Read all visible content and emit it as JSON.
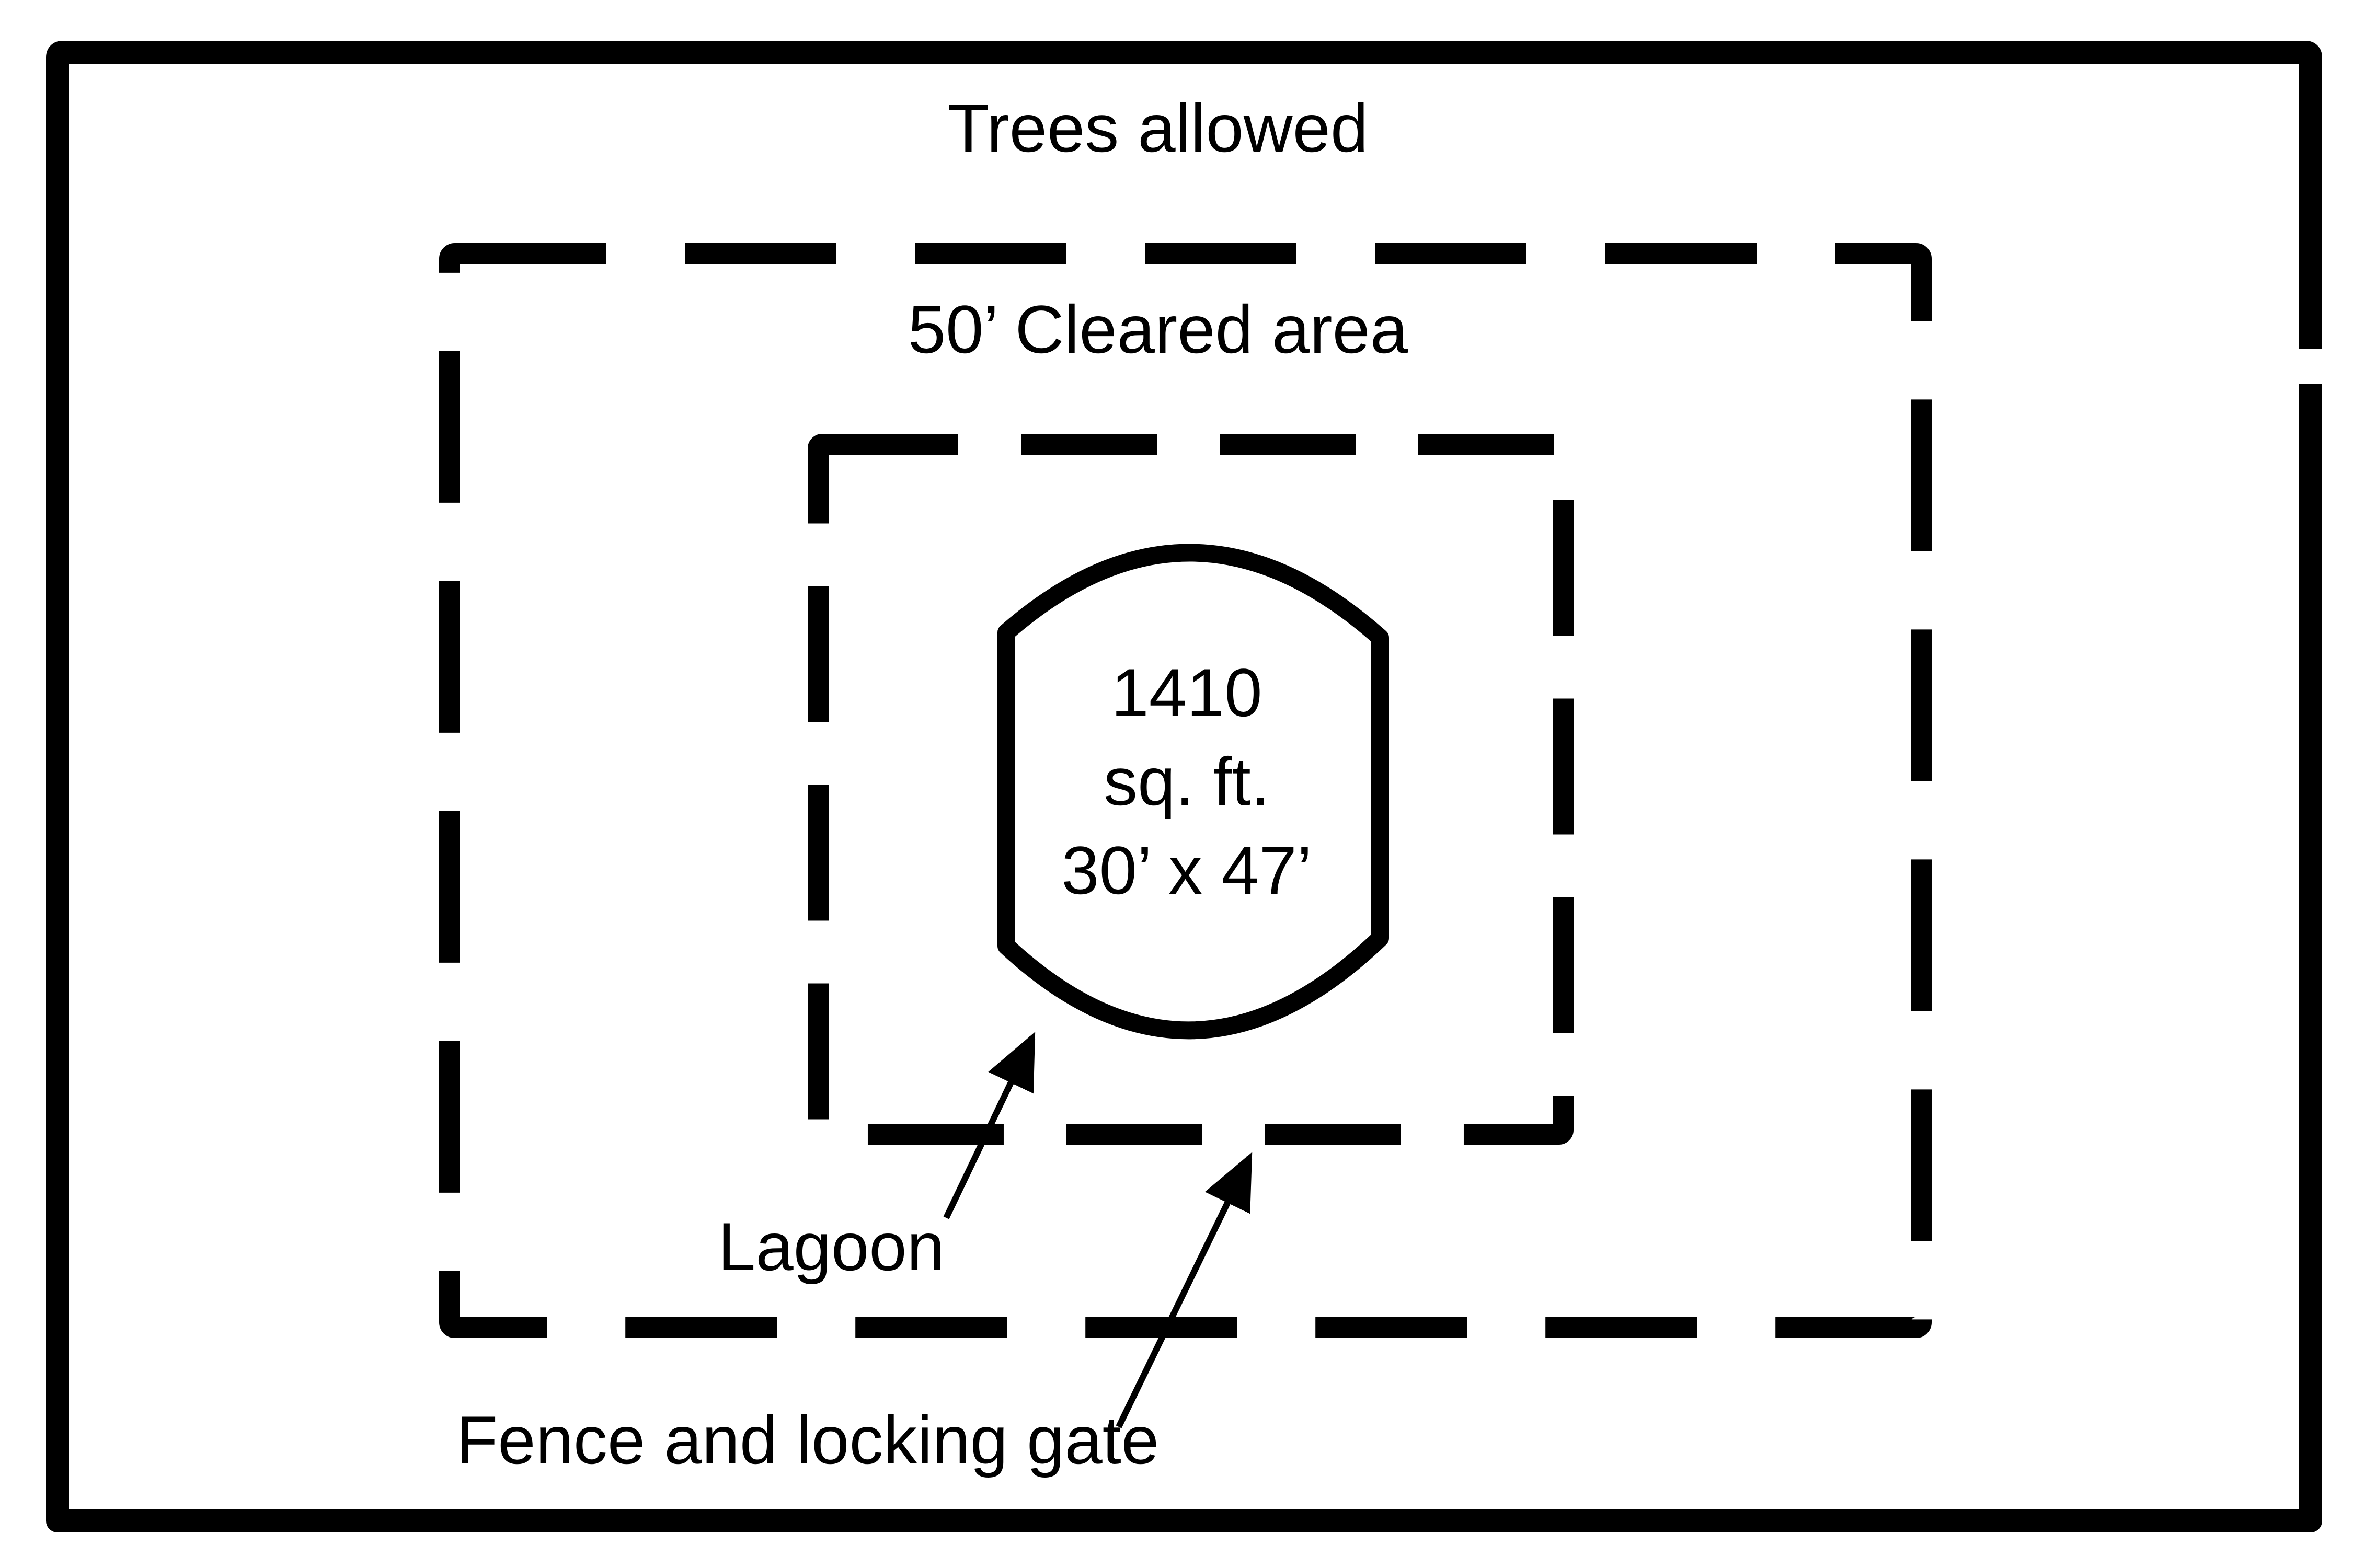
{
  "diagram": {
    "title": "Lagoon site layout",
    "colors": {
      "line": "#000000",
      "background": "#ffffff"
    },
    "zones": {
      "outer": {
        "label": "Trees allowed"
      },
      "cleared": {
        "label": "50’ Cleared area"
      },
      "fence": {
        "label": "Fence and locking gate"
      },
      "lagoon": {
        "label": "Lagoon",
        "area_line1": "1410",
        "area_line2": "sq. ft.",
        "dimensions": "30’ x 47’"
      }
    }
  }
}
